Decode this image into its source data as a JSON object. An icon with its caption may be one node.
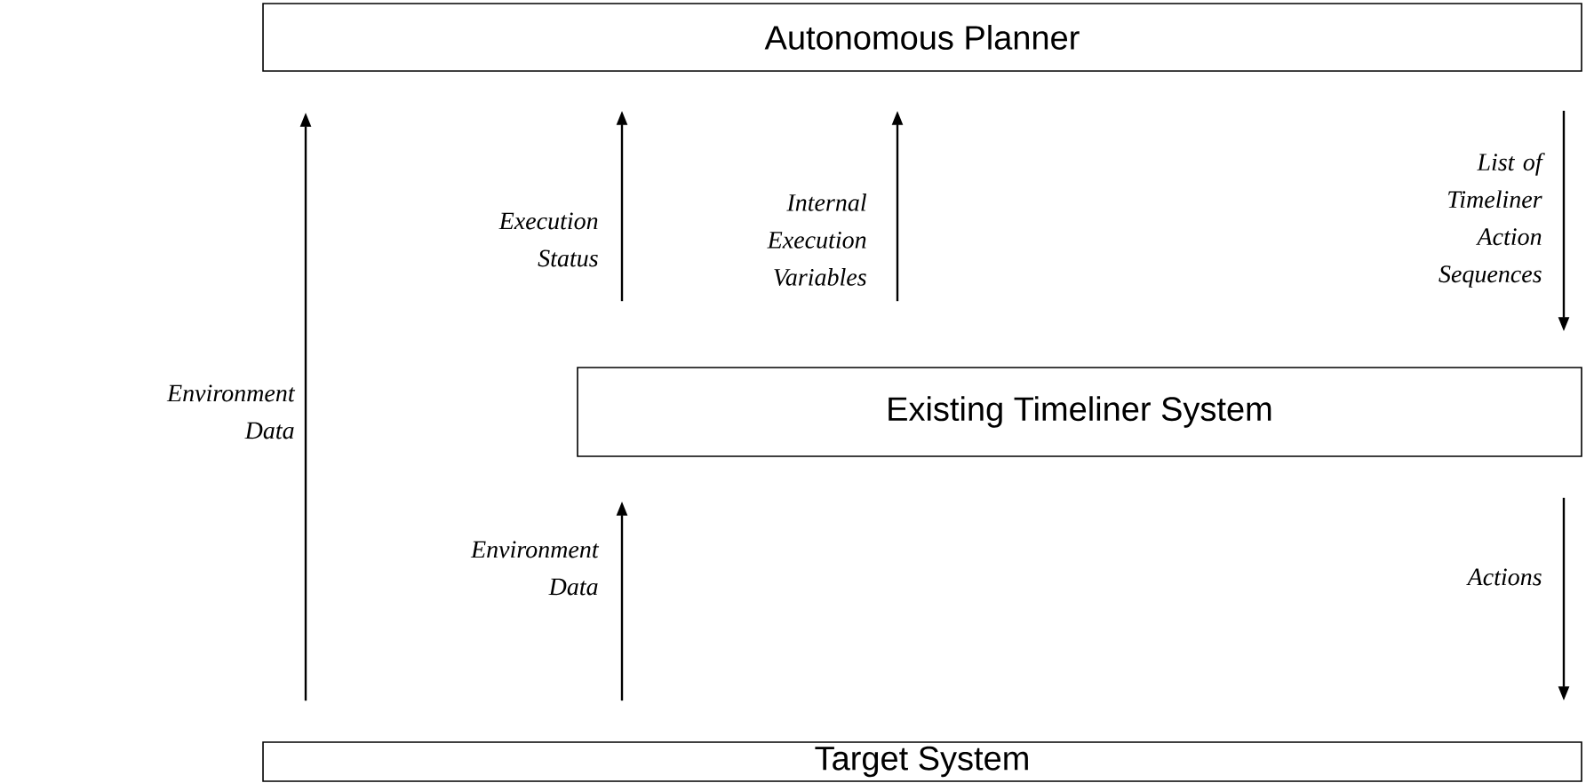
{
  "diagram": {
    "nodes": [
      {
        "text": [
          "Autonomous Planner"
        ]
      },
      {
        "text": [
          "Existing Timeliner System"
        ]
      },
      {
        "text": [
          "Target System"
        ]
      }
    ],
    "edges": [
      {
        "from": 2,
        "to": 0,
        "arrow": "to",
        "label": "Environment Data"
      },
      {
        "from": 1,
        "to": 0,
        "arrow": "to",
        "label": "Execution Status"
      },
      {
        "from": 1,
        "to": 0,
        "arrow": "to",
        "label": "Internal Execution Variables"
      },
      {
        "from": 0,
        "to": 1,
        "arrow": "to",
        "label": "List of Timeliner Action Sequences"
      },
      {
        "from": 2,
        "to": 1,
        "arrow": "to",
        "label": "Environment Data"
      },
      {
        "from": 1,
        "to": 2,
        "arrow": "to",
        "label": "Actions"
      }
    ]
  }
}
